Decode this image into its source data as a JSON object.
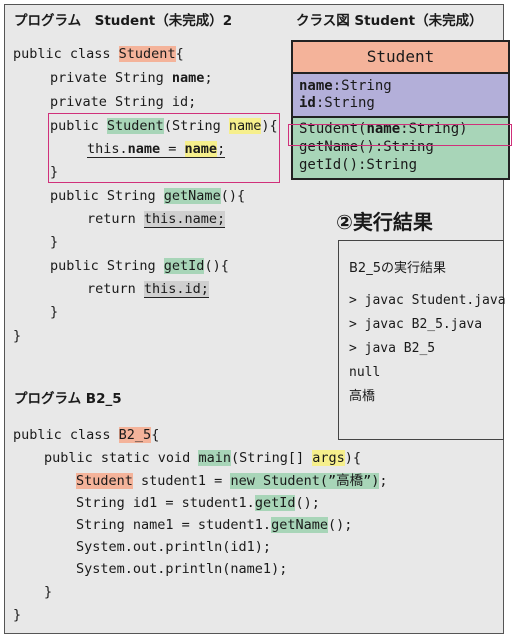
{
  "program1": {
    "title": "プログラム　Student（未完成）2",
    "lines": {
      "l1_a": "public class ",
      "l1_class": "Student",
      "l1_b": "{",
      "l2_a": "private String ",
      "l2_name": "name",
      "l2_b": ";",
      "l3": "private String id;",
      "l4_a": "public ",
      "l4_ctor": "Student",
      "l4_b": "(String ",
      "l4_param": "name",
      "l4_c": "){",
      "l5_a": "this.",
      "l5_name": "name",
      "l5_b": " = ",
      "l5_val": "name",
      "l5_c": ";",
      "l6": "}",
      "l7_a": "public String ",
      "l7_method": "getName",
      "l7_b": "(){",
      "l8_a": "return ",
      "l8_ret": "this.name;",
      "l9": "}",
      "l10_a": "public String ",
      "l10_method": "getId",
      "l10_b": "(){",
      "l11_a": "return ",
      "l11_ret": "this.id;",
      "l12": "}",
      "l13": "}"
    }
  },
  "class_diagram": {
    "title": "クラス図 Student（未完成）",
    "class_name": "Student",
    "attributes": [
      {
        "name": "name",
        "type": ":String"
      },
      {
        "name": "id",
        "type": ":String"
      }
    ],
    "operations": {
      "op1_a": "Student(",
      "op1_name": "name",
      "op1_b": ":String)",
      "op2": "getName():String",
      "op3": "getId():String"
    }
  },
  "result": {
    "title": "②実行結果",
    "lines": [
      "B2_5の実行結果",
      "> javac Student.java",
      "> javac B2_5.java",
      "> java B2_5",
      "null",
      "高橋"
    ]
  },
  "program2": {
    "title": "プログラム B2_5",
    "lines": {
      "l1_a": "public class ",
      "l1_class": "B2_5",
      "l1_b": "{",
      "l2_a": "public static void ",
      "l2_main": "main",
      "l2_b": "(String[] ",
      "l2_args": "args",
      "l2_c": "){",
      "l3_type": "Student",
      "l3_a": " student1 = ",
      "l3_new": "new Student(”高橋”)",
      "l3_b": ";",
      "l4_a": "String id1 = student1.",
      "l4_call": "getId",
      "l4_b": "();",
      "l5_a": "String name1 = student1.",
      "l5_call": "getName",
      "l5_b": "();",
      "l6": "System.out.println(id1);",
      "l7": "System.out.println(name1);",
      "l8": "}",
      "l9": "}"
    }
  }
}
